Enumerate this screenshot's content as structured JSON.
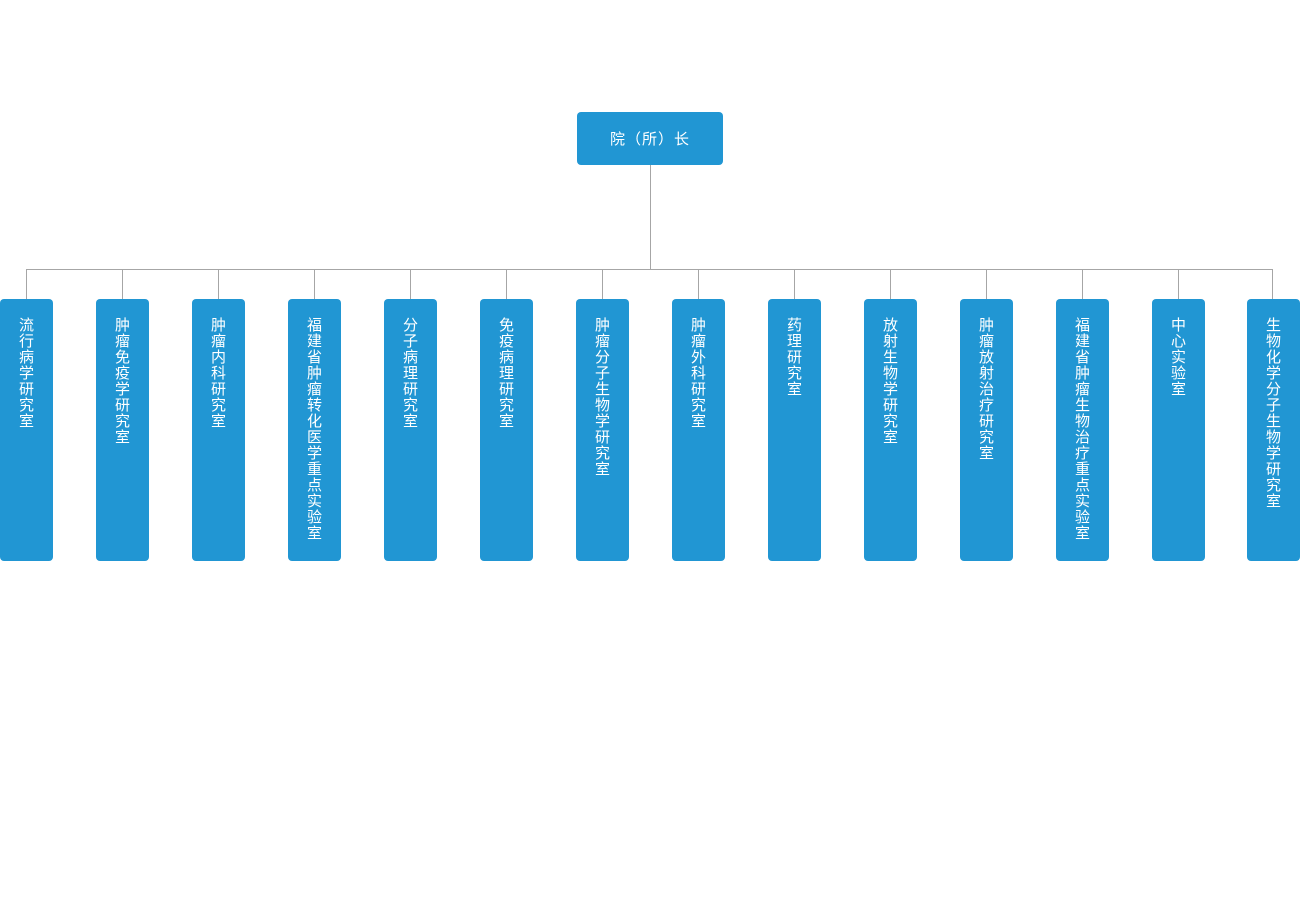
{
  "colors": {
    "node_fill": "#2196d3",
    "node_text": "#ffffff",
    "connector": "#a6a6a6"
  },
  "root": {
    "label": "院（所）长"
  },
  "departments": [
    {
      "label": "流行病学研究室"
    },
    {
      "label": "肿瘤免疫学研究室"
    },
    {
      "label": "肿瘤内科研究室"
    },
    {
      "label": "福建省肿瘤转化医学重点实验室"
    },
    {
      "label": "分子病理研究室"
    },
    {
      "label": "免疫病理研究室"
    },
    {
      "label": "肿瘤分子生物学研究室"
    },
    {
      "label": "肿瘤外科研究室"
    },
    {
      "label": "药理研究室"
    },
    {
      "label": "放射生物学研究室"
    },
    {
      "label": "肿瘤放射治疗研究室"
    },
    {
      "label": "福建省肿瘤生物治疗重点实验室"
    },
    {
      "label": "中心实验室"
    },
    {
      "label": "生物化学分子生物学研究室"
    }
  ]
}
